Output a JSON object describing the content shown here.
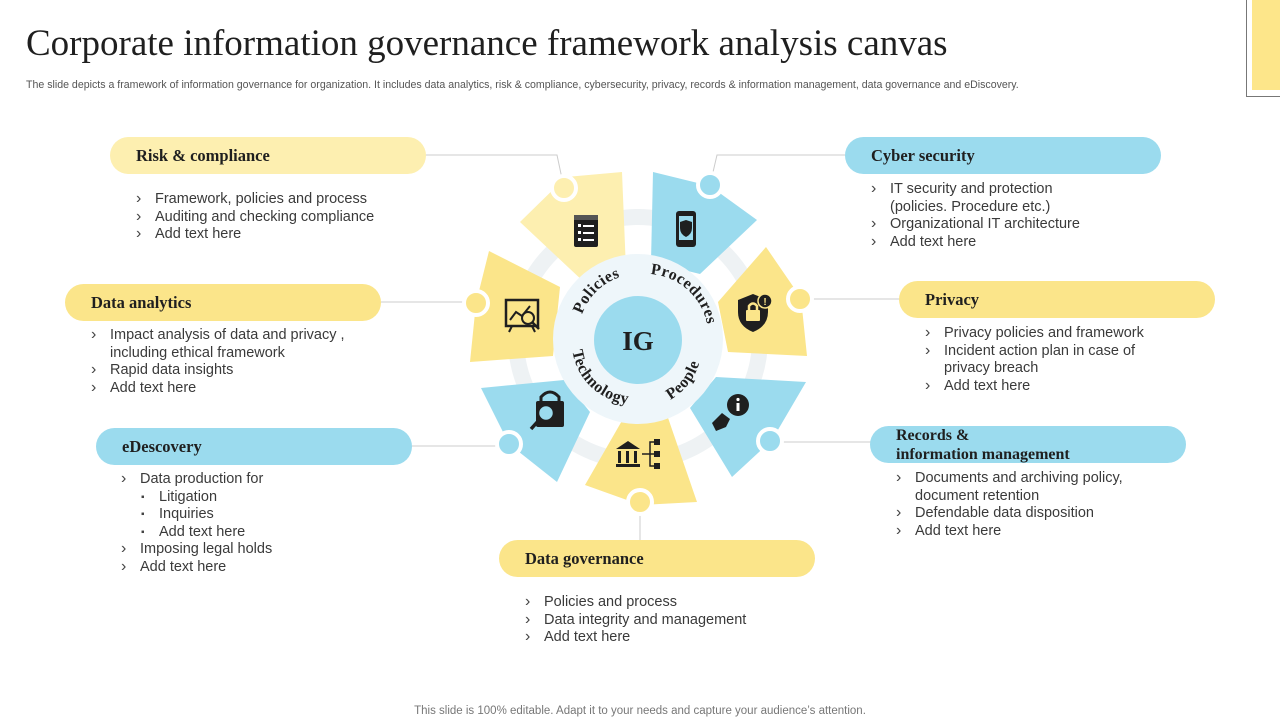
{
  "header": {
    "title": "Corporate information governance framework analysis canvas",
    "subtitle": "The slide depicts a framework of information governance for organization. It includes data analytics, risk & compliance, cybersecurity, privacy,  records & information management, data governance and eDiscovery."
  },
  "footer": {
    "text": "This slide is 100% editable. Adapt it to your needs and capture your audience’s attention."
  },
  "colors": {
    "yellow": "#fbe58a",
    "yellow_light": "#fdefb0",
    "blue": "#9bdbee",
    "hub": "#9bdbee",
    "ring": "#eef6fa"
  },
  "wheel": {
    "center": "IG",
    "ring_labels": {
      "top_left": "Policies",
      "top_right": "Procedures",
      "bottom_left": "Technology",
      "bottom_right": "People"
    },
    "segment_icons": [
      "checklist-icon",
      "shield-phone-icon",
      "shield-lock-alert-icon",
      "touch-info-icon",
      "bank-hierarchy-icon",
      "lock-search-icon",
      "analytics-board-icon"
    ]
  },
  "sections": {
    "risk": {
      "title": "Risk & compliance",
      "items": [
        "Framework, policies and process",
        "Auditing and checking compliance",
        "Add text here"
      ]
    },
    "cyber": {
      "title": "Cyber security",
      "items": [
        "IT security and protection",
        "(policies. Procedure etc.)",
        "Organizational IT architecture",
        "Add text here"
      ]
    },
    "analytics": {
      "title": "Data analytics",
      "items": [
        "Impact analysis of data and privacy ,",
        "including ethical framework",
        "Rapid data insights",
        "Add text here"
      ]
    },
    "privacy": {
      "title": "Privacy",
      "items": [
        "Privacy policies and framework",
        "Incident action plan in case of",
        "privacy breach",
        "Add text here"
      ]
    },
    "ediscovery": {
      "title": "eDescovery",
      "items": [
        "Data production for",
        "Litigation",
        "Inquiries",
        "Add text here",
        "Imposing legal holds",
        "Add text here"
      ]
    },
    "records": {
      "title_line1": "Records &",
      "title_line2": "information management",
      "items": [
        "Documents and archiving policy,",
        "document retention",
        "Defendable data disposition",
        "Add text here"
      ]
    },
    "governance": {
      "title": "Data governance",
      "items": [
        "Policies and process",
        "Data integrity and management",
        "Add text here"
      ]
    }
  }
}
